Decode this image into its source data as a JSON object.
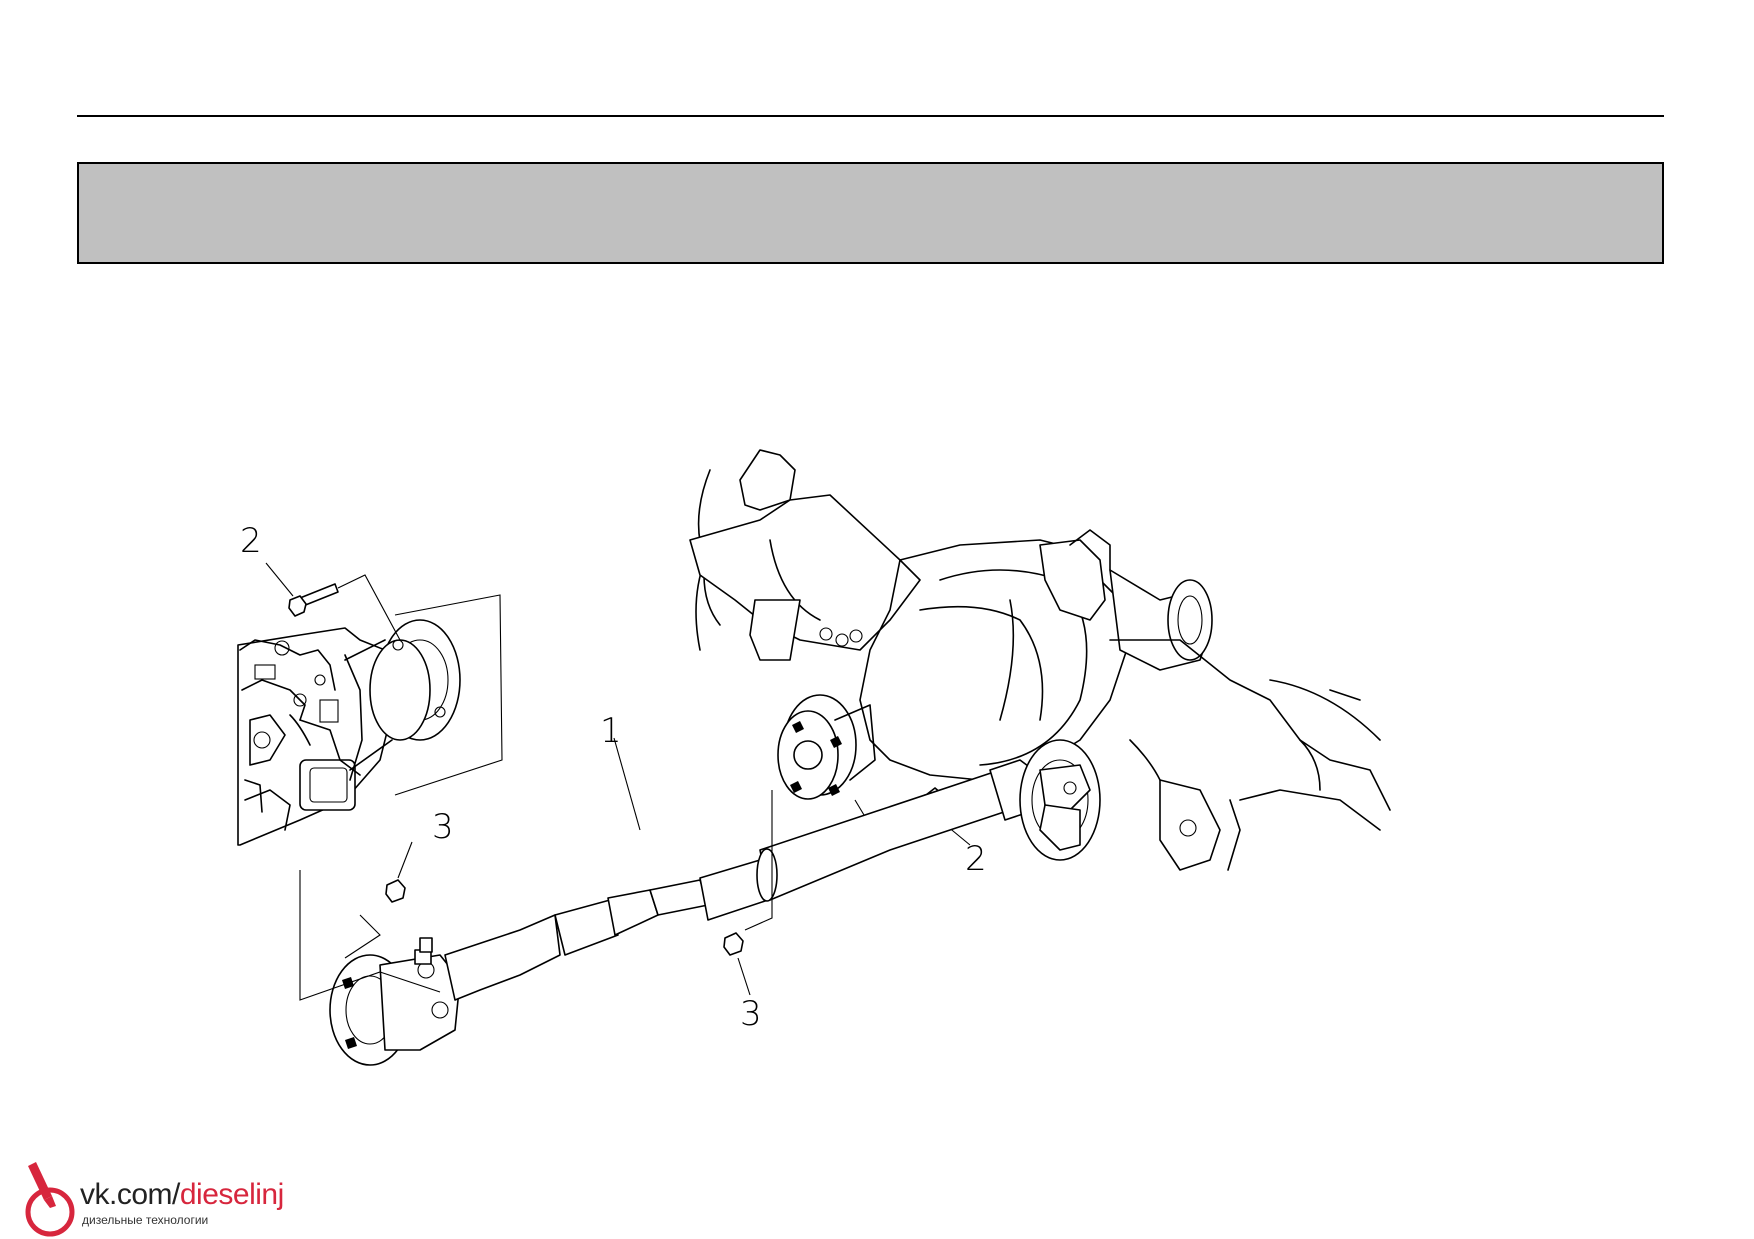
{
  "header": {
    "band_color": "#c0c0c0"
  },
  "callouts": {
    "c1": "1",
    "c2_left": "2",
    "c2_right": "2",
    "c3_left": "3",
    "c3_right": "3"
  },
  "watermark": {
    "site_prefix": "vk.com/",
    "site_accent": "dieselinj",
    "subtitle": "дизельные технологии",
    "accent_color": "#d7263d"
  }
}
